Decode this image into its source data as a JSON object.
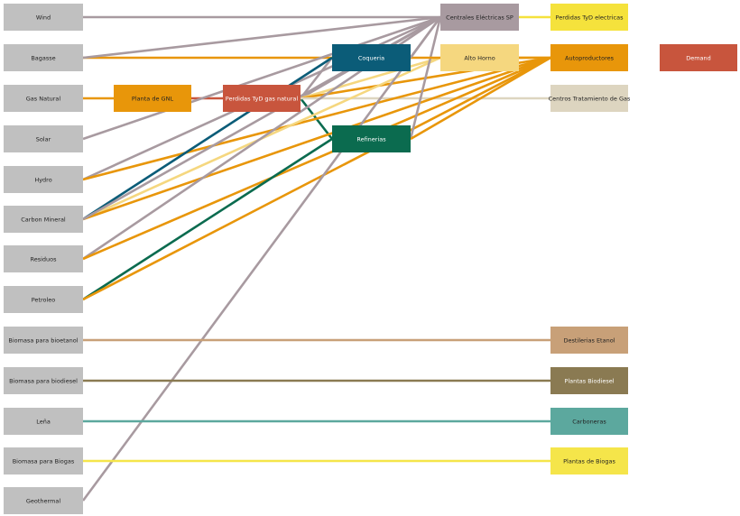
{
  "nodes": {
    "wind": {
      "label": "Wind",
      "color": "#c0c0c0",
      "text_color": "#222222"
    },
    "bagasse": {
      "label": "Bagasse",
      "color": "#c0c0c0",
      "text_color": "#222222"
    },
    "gas_natural": {
      "label": "Gas Natural",
      "color": "#c0c0c0",
      "text_color": "#222222"
    },
    "solar": {
      "label": "Solar",
      "color": "#c0c0c0",
      "text_color": "#222222"
    },
    "hydro": {
      "label": "Hydro",
      "color": "#c0c0c0",
      "text_color": "#222222"
    },
    "carbon": {
      "label": "Carbon Mineral",
      "color": "#c0c0c0",
      "text_color": "#222222"
    },
    "residuos": {
      "label": "Residuos",
      "color": "#c0c0c0",
      "text_color": "#222222"
    },
    "petroleo": {
      "label": "Petroleo",
      "color": "#c0c0c0",
      "text_color": "#222222"
    },
    "bio_etanol": {
      "label": "Biomasa para bioetanol",
      "color": "#c0c0c0",
      "text_color": "#222222"
    },
    "bio_diesel": {
      "label": "Biomasa para biodiesel",
      "color": "#c0c0c0",
      "text_color": "#222222"
    },
    "lena": {
      "label": "Leña",
      "color": "#c0c0c0",
      "text_color": "#222222"
    },
    "bio_biogas": {
      "label": "Biomasa para Biogas",
      "color": "#c0c0c0",
      "text_color": "#222222"
    },
    "geothermal": {
      "label": "Geothermal",
      "color": "#c0c0c0",
      "text_color": "#222222"
    },
    "planta_gnl": {
      "label": "Planta de GNL",
      "color": "#e8960a",
      "text_color": "#222222"
    },
    "perdidas_gas": {
      "label": "Perdidas TyD gas natural",
      "color": "#c8553d",
      "text_color": "#ffffff"
    },
    "coqueria": {
      "label": "Coqueria",
      "color": "#0b5c78",
      "text_color": "#ffffff"
    },
    "refinerias": {
      "label": "Refinerias",
      "color": "#0b6b4f",
      "text_color": "#ffffff"
    },
    "centrales": {
      "label": "Centrales Eléctricas SP",
      "color": "#a89aa0",
      "text_color": "#222222"
    },
    "alto_horno": {
      "label": "Alto Horno",
      "color": "#f5d77f",
      "text_color": "#222222"
    },
    "perdidas_el": {
      "label": "Perdidas TyD electricas",
      "color": "#f5e23c",
      "text_color": "#222222"
    },
    "autoprod": {
      "label": "Autoproductores",
      "color": "#e8960a",
      "text_color": "#222222"
    },
    "centros_gas": {
      "label": "Centros Tratamiento de Gas",
      "color": "#ddd5c0",
      "text_color": "#222222"
    },
    "demand": {
      "label": "Demand",
      "color": "#c8553d",
      "text_color": "#ffffff"
    },
    "destilerias": {
      "label": "Destilerias Etanol",
      "color": "#c8a078",
      "text_color": "#222222"
    },
    "plantas_bd": {
      "label": "Plantas Biodiesel",
      "color": "#8a7a52",
      "text_color": "#ffffff"
    },
    "carboneras": {
      "label": "Carboneras",
      "color": "#5ca89e",
      "text_color": "#222222"
    },
    "plantas_bg": {
      "label": "Plantas de Biogas",
      "color": "#f5e54a",
      "text_color": "#222222"
    }
  },
  "links": [
    {
      "source": "wind",
      "target": "centrales",
      "color": "#a89aa0"
    },
    {
      "source": "bagasse",
      "target": "coqueria",
      "color": "#e8960a"
    },
    {
      "source": "bagasse",
      "target": "centrales",
      "color": "#a89aa0"
    },
    {
      "source": "gas_natural",
      "target": "planta_gnl",
      "color": "#e8960a"
    },
    {
      "source": "planta_gnl",
      "target": "perdidas_gas",
      "color": "#c8553d"
    },
    {
      "source": "perdidas_gas",
      "target": "centrales",
      "color": "#a89aa0"
    },
    {
      "source": "perdidas_gas",
      "target": "coqueria",
      "color": "#a89aa0"
    },
    {
      "source": "perdidas_gas",
      "target": "refinerias",
      "color": "#0b6b4f"
    },
    {
      "source": "perdidas_gas",
      "target": "alto_horno",
      "color": "#f5d77f"
    },
    {
      "source": "perdidas_gas",
      "target": "autoprod",
      "color": "#e8960a"
    },
    {
      "source": "perdidas_gas",
      "target": "centros_gas",
      "color": "#ddd5c0"
    },
    {
      "source": "solar",
      "target": "centrales",
      "color": "#a89aa0"
    },
    {
      "source": "hydro",
      "target": "centrales",
      "color": "#a89aa0"
    },
    {
      "source": "hydro",
      "target": "autoprod",
      "color": "#e8960a"
    },
    {
      "source": "carbon",
      "target": "coqueria",
      "color": "#0b5c78"
    },
    {
      "source": "carbon",
      "target": "alto_horno",
      "color": "#f5d77f"
    },
    {
      "source": "carbon",
      "target": "autoprod",
      "color": "#e8960a"
    },
    {
      "source": "carbon",
      "target": "centrales",
      "color": "#a89aa0"
    },
    {
      "source": "residuos",
      "target": "centrales",
      "color": "#a89aa0"
    },
    {
      "source": "residuos",
      "target": "autoprod",
      "color": "#e8960a"
    },
    {
      "source": "petroleo",
      "target": "refinerias",
      "color": "#0b6b4f"
    },
    {
      "source": "petroleo",
      "target": "autoprod",
      "color": "#e8960a"
    },
    {
      "source": "geothermal",
      "target": "centrales",
      "color": "#a89aa0"
    },
    {
      "source": "refinerias",
      "target": "centrales",
      "color": "#a89aa0"
    },
    {
      "source": "refinerias",
      "target": "autoprod",
      "color": "#e8960a"
    },
    {
      "source": "coqueria",
      "target": "autoprod",
      "color": "#e8960a"
    },
    {
      "source": "coqueria",
      "target": "centrales",
      "color": "#a89aa0"
    },
    {
      "source": "alto_horno",
      "target": "autoprod",
      "color": "#e8960a"
    },
    {
      "source": "centrales",
      "target": "perdidas_el",
      "color": "#f5e23c"
    },
    {
      "source": "bio_etanol",
      "target": "destilerias",
      "color": "#c8a078"
    },
    {
      "source": "bio_diesel",
      "target": "plantas_bd",
      "color": "#8a7a52"
    },
    {
      "source": "lena",
      "target": "carboneras",
      "color": "#5ca89e"
    },
    {
      "source": "bio_biogas",
      "target": "plantas_bg",
      "color": "#f5e54a"
    }
  ]
}
